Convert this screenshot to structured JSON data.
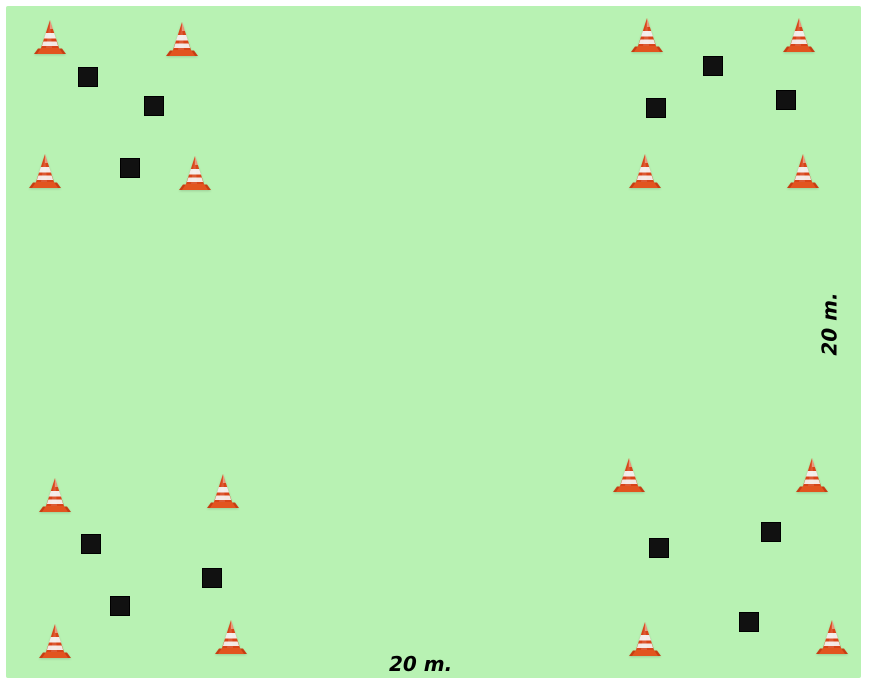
{
  "field": {
    "background_color": "#b8f2b3",
    "cone_color": "#d84418",
    "cone_stripe_color": "#f6f6f6",
    "marker_color": "#111111",
    "cones": [
      {
        "name": "cone-top-left-1"
      },
      {
        "name": "cone-top-left-2"
      },
      {
        "name": "cone-top-left-3"
      },
      {
        "name": "cone-top-left-4"
      },
      {
        "name": "cone-top-right-1"
      },
      {
        "name": "cone-top-right-2"
      },
      {
        "name": "cone-top-right-3"
      },
      {
        "name": "cone-top-right-4"
      },
      {
        "name": "cone-bottom-left-1"
      },
      {
        "name": "cone-bottom-left-2"
      },
      {
        "name": "cone-bottom-left-3"
      },
      {
        "name": "cone-bottom-left-4"
      },
      {
        "name": "cone-bottom-right-1"
      },
      {
        "name": "cone-bottom-right-2"
      },
      {
        "name": "cone-bottom-right-3"
      },
      {
        "name": "cone-bottom-right-4"
      }
    ],
    "markers": [
      {
        "name": "marker-top-left-1"
      },
      {
        "name": "marker-top-left-2"
      },
      {
        "name": "marker-top-left-3"
      },
      {
        "name": "marker-top-right-1"
      },
      {
        "name": "marker-top-right-2"
      },
      {
        "name": "marker-top-right-3"
      },
      {
        "name": "marker-bottom-left-1"
      },
      {
        "name": "marker-bottom-left-2"
      },
      {
        "name": "marker-bottom-left-3"
      },
      {
        "name": "marker-bottom-right-1"
      },
      {
        "name": "marker-bottom-right-2"
      },
      {
        "name": "marker-bottom-right-3"
      }
    ]
  },
  "labels": {
    "width": "20 m.",
    "height": "20 m."
  }
}
